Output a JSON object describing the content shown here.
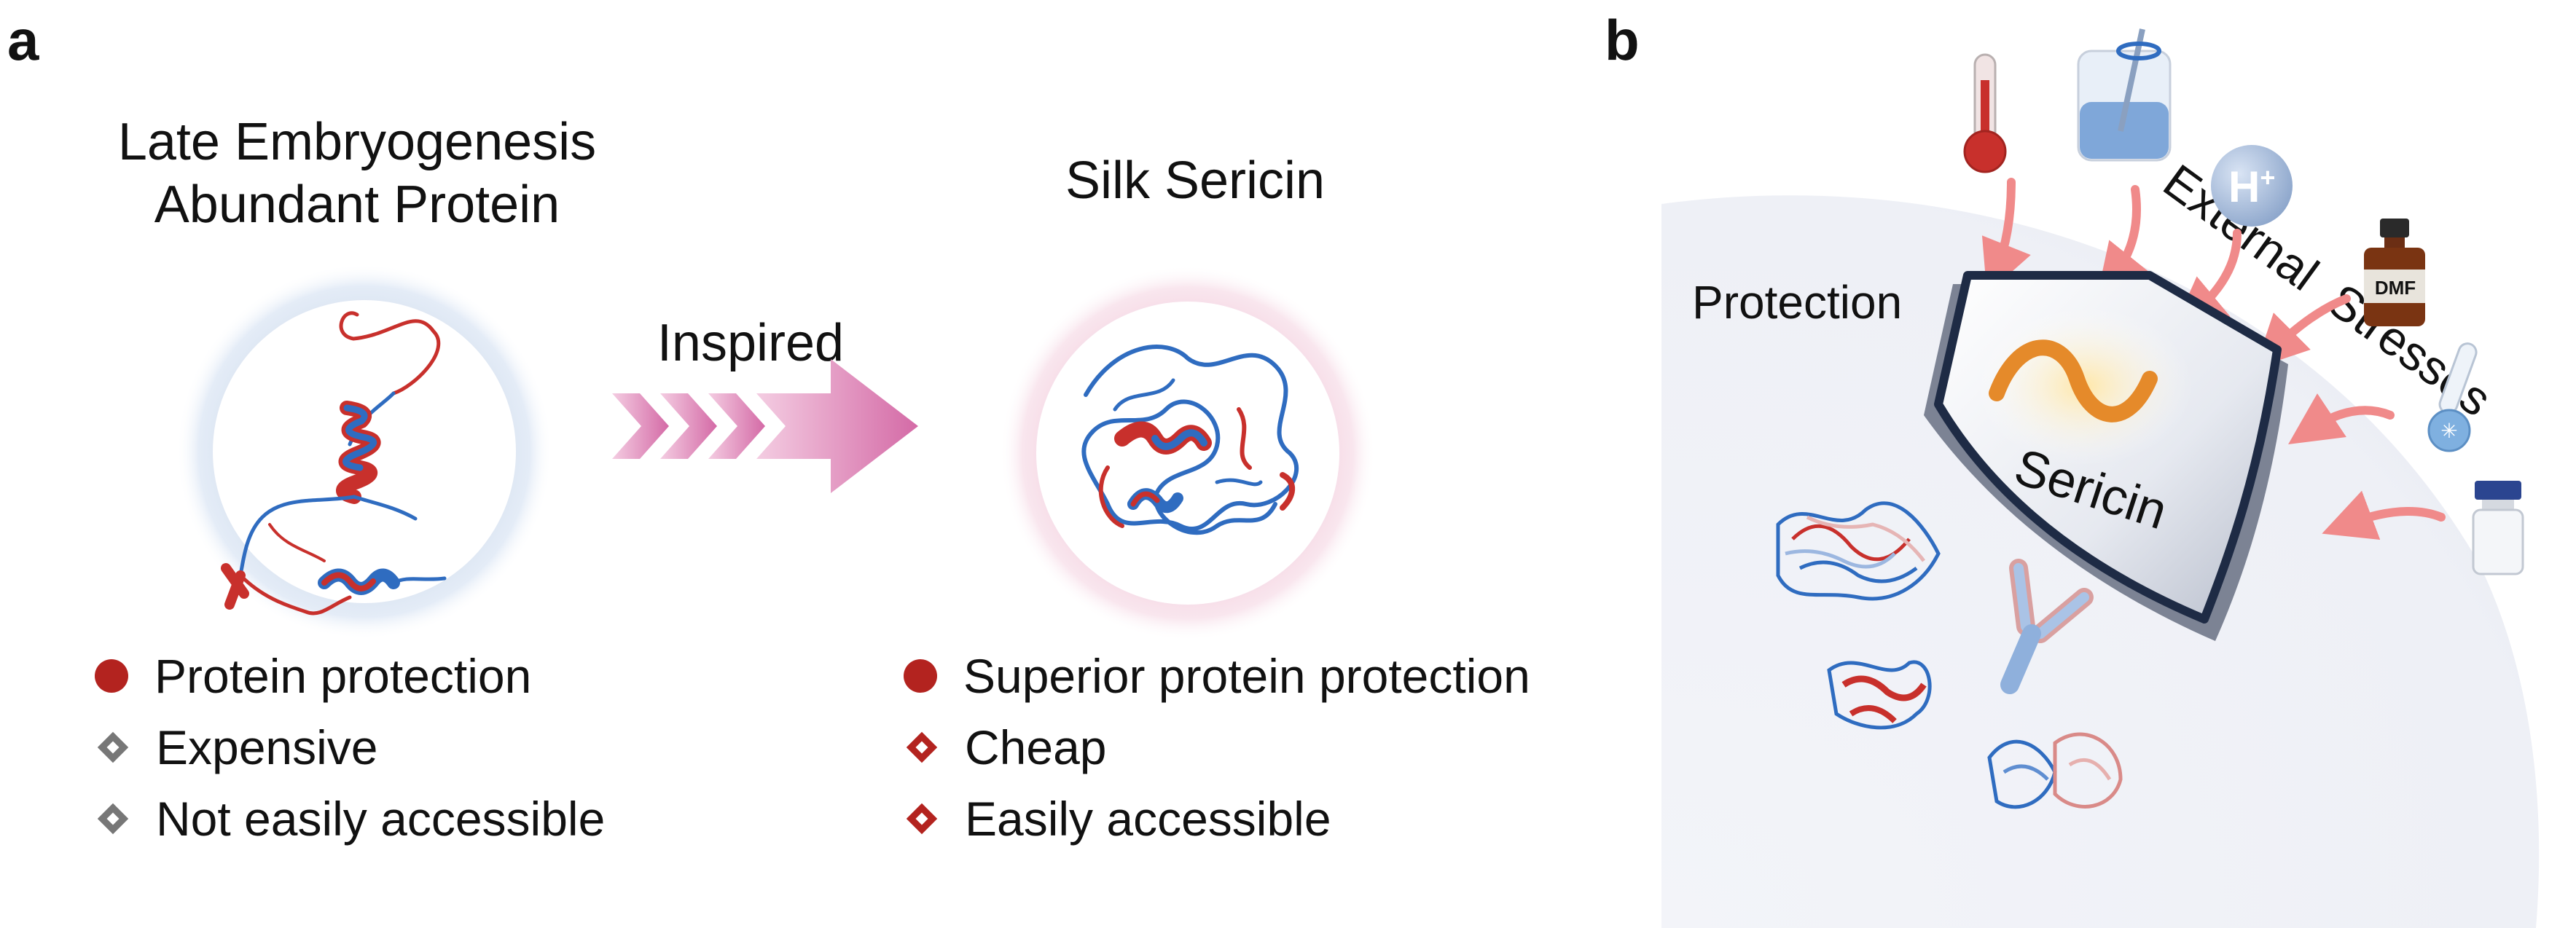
{
  "panel_a": {
    "label": "a",
    "left_title": [
      "Late Embryogenesis",
      "Abundant Protein"
    ],
    "right_title": "Silk Sericin",
    "arrow_label": "Inspired",
    "left_bullets": [
      {
        "text": "Protein protection",
        "marker": "dot",
        "color": "#b3231f"
      },
      {
        "text": "Expensive",
        "marker": "diamond",
        "color": "#777777"
      },
      {
        "text": "Not easily accessible",
        "marker": "diamond",
        "color": "#777777"
      }
    ],
    "right_bullets": [
      {
        "text": "Superior protein protection",
        "marker": "dot",
        "color": "#b3231f"
      },
      {
        "text": "Cheap",
        "marker": "diamond",
        "color": "#b3231f"
      },
      {
        "text": "Easily accessible",
        "marker": "diamond",
        "color": "#b3231f"
      }
    ]
  },
  "panel_b": {
    "label": "b",
    "stress_label": "External  Stresses",
    "protection_label": "Protection",
    "shield_label": "Sericin",
    "h_plus": "H",
    "h_plus_sup": "+",
    "dmf_label": "DMF"
  },
  "colors": {
    "protein_red": "#c8302c",
    "protein_blue": "#2f6cc0",
    "arrow_pink": "#d46aa6",
    "stress_arrow": "#f08a8a",
    "shield_edge": "#1e2b45",
    "sericin_orange": "#e58a2a"
  }
}
